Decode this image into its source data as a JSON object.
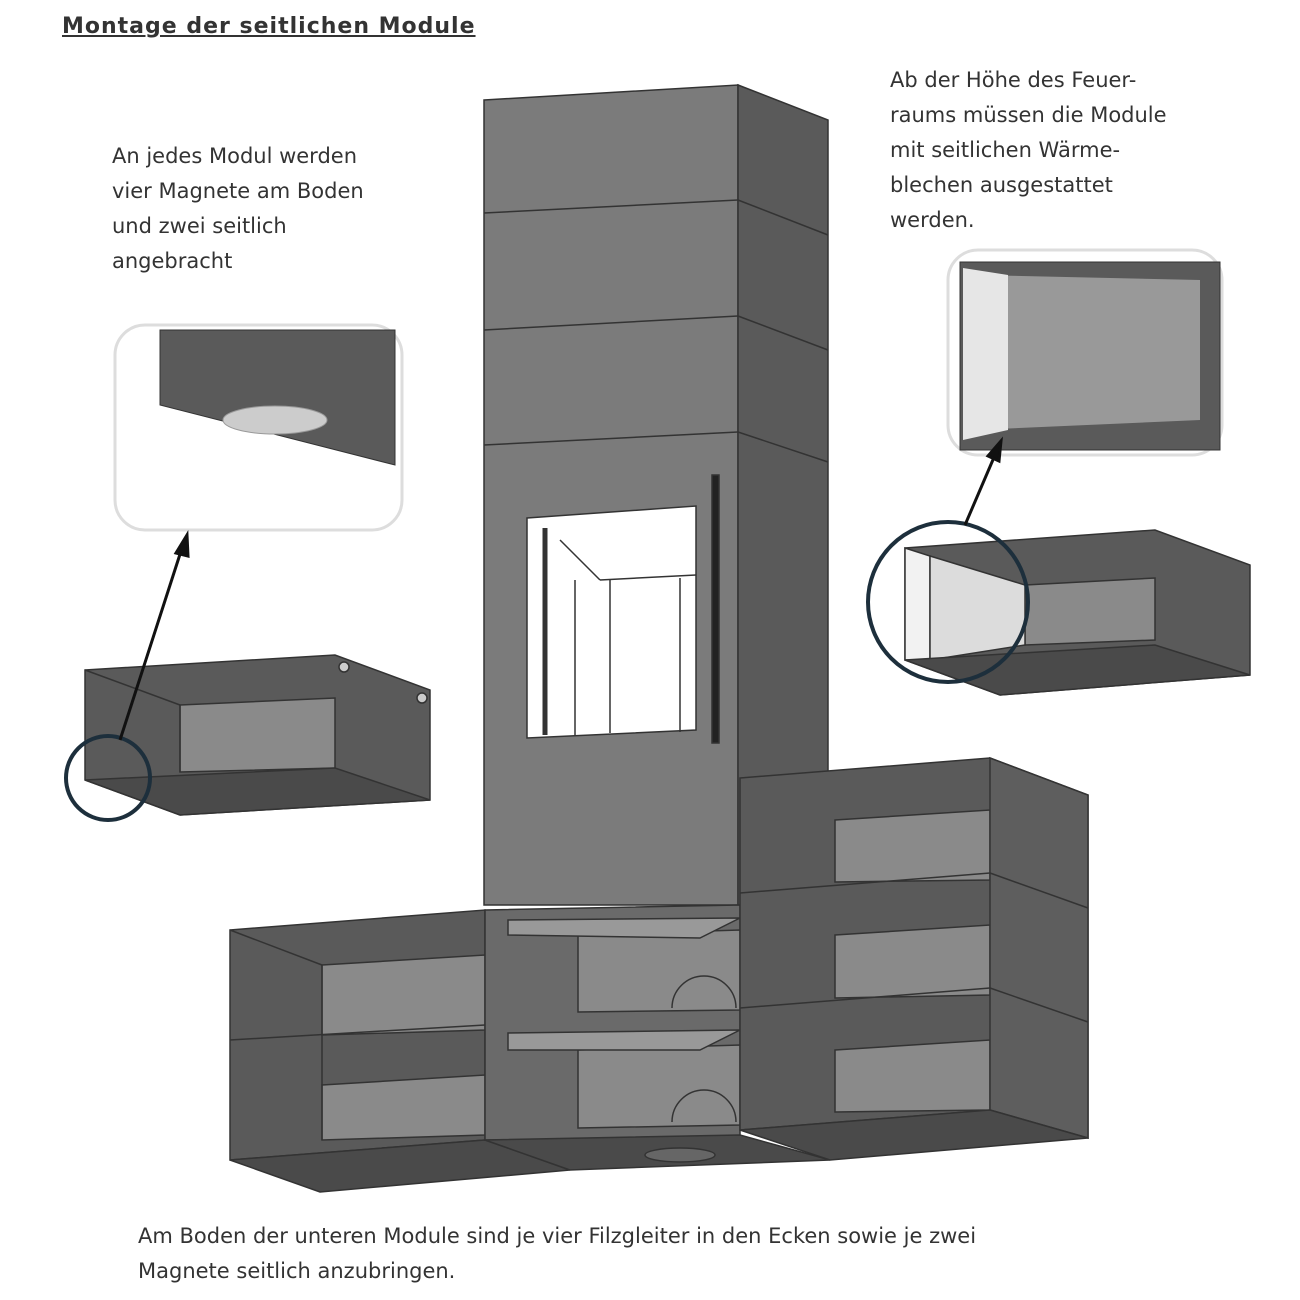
{
  "title": "Montage der seitlichen Module",
  "notes": {
    "left": "An jedes Modul werden\nvier Magnete am Boden\nund zwei seitlich\nangebracht",
    "right": "Ab der Höhe des Feuer-\nraums müssen die Module\nmit seitlichen Wärme-\nblechen ausgestattet\nwerden.",
    "bottom": "Am Boden der unteren Module sind je vier Filzgleiter in den Ecken sowie je zwei\nMagnete seitlich anzubringen."
  },
  "colors": {
    "front": "#7b7b7b",
    "side": "#5a5a5a",
    "dark": "#4a4a4a",
    "inner": "#8a8a8a",
    "ring": "#1d2f3c"
  }
}
